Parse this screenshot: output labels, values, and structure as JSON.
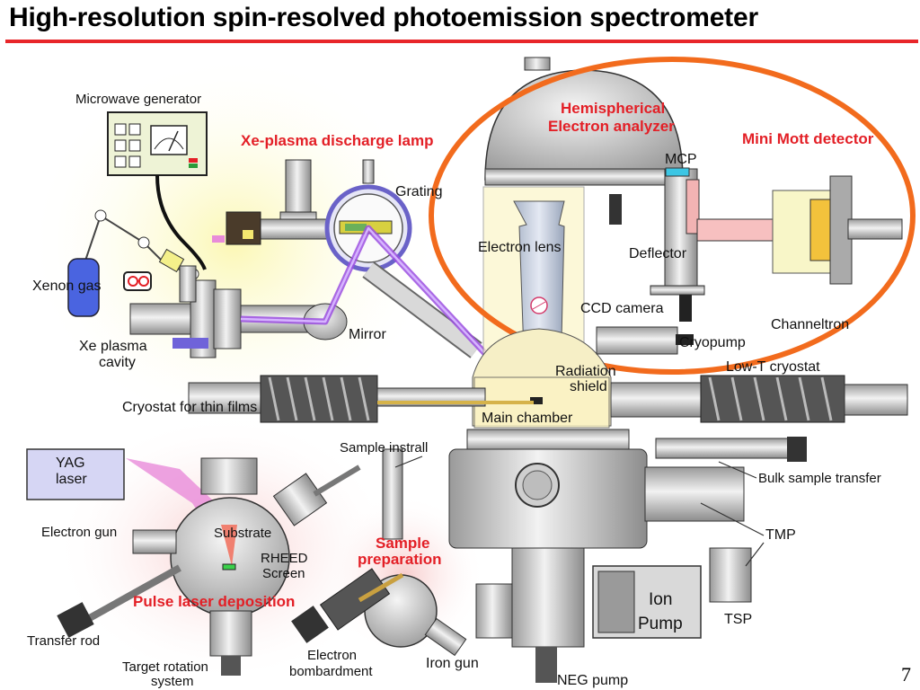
{
  "title": "High-resolution spin-resolved photoemission spectrometer",
  "page_number": "7",
  "colors": {
    "title_rule": "#e8262a",
    "label_red": "#e31f26",
    "highlight_ring": "#f26b1d",
    "beam": "#9b4fe0"
  },
  "labels": {
    "microwave_generator": "Microwave generator",
    "xe_plasma_lamp": "Xe-plasma discharge lamp",
    "grating": "Grating",
    "xenon_gas": "Xenon gas",
    "xe_plasma_cavity_1": "Xe plasma",
    "xe_plasma_cavity_2": "cavity",
    "mirror": "Mirror",
    "hemispherical_1": "Hemispherical",
    "hemispherical_2": "Electron analyzer",
    "mcp": "MCP",
    "mini_mott": "Mini Mott detector",
    "electron_lens": "Electron lens",
    "deflector": "Deflector",
    "ccd_camera": "CCD camera",
    "channeltron": "Channeltron",
    "cryopump": "Cryopump",
    "radiation_shield_1": "Radiation",
    "radiation_shield_2": "shield",
    "low_t_cryostat": "Low-T cryostat",
    "cryostat_thin_films": "Cryostat for thin films",
    "main_chamber": "Main chamber",
    "sample_install": "Sample instrall",
    "yag_1": "YAG",
    "yag_2": "laser",
    "bulk_sample_transfer": "Bulk sample transfer",
    "electron_gun": "Electron gun",
    "substrate": "Substrate",
    "rheed_1": "RHEED",
    "rheed_2": "Screen",
    "sample_prep_1": "Sample",
    "sample_prep_2": "preparation",
    "tmp": "TMP",
    "pulse_laser_deposition": "Pulse laser deposition",
    "transfer_rod": "Transfer rod",
    "ion_pump_1": "Ion",
    "ion_pump_2": "Pump",
    "tsp": "TSP",
    "target_rotation_1": "Target rotation",
    "target_rotation_2": "system",
    "electron_bombardment_1": "Electron",
    "electron_bombardment_2": "bombardment",
    "iron_gun": "Iron gun",
    "neg_pump": "NEG pump"
  }
}
